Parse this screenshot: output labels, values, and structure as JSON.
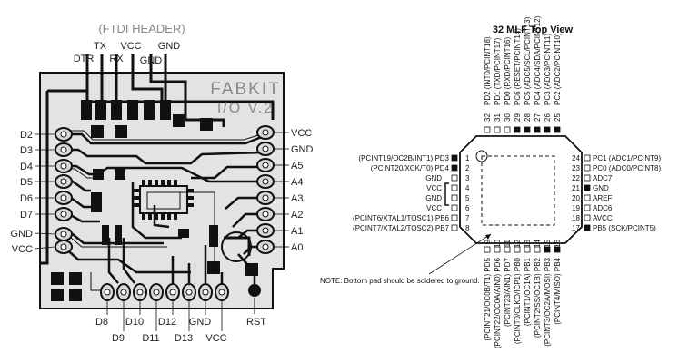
{
  "pcb": {
    "header_title": "(FTDI HEADER)",
    "top_labels": [
      "DTR",
      "TX",
      "RX",
      "VCC",
      "GND",
      "GND"
    ],
    "board_title_1": "FABKIT",
    "board_title_2": "I/O V.2",
    "left_labels": [
      "D2",
      "D3",
      "D4",
      "D5",
      "D6",
      "D7",
      "GND",
      "VCC"
    ],
    "right_labels": [
      "VCC",
      "GND",
      "A5",
      "A4",
      "A3",
      "A2",
      "A1",
      "A0"
    ],
    "bottom_labels_top": [
      "D8",
      "D10",
      "D12",
      "GND"
    ],
    "bottom_labels_low": [
      "D9",
      "D11",
      "D13",
      "VCC"
    ],
    "rst_label": "RST"
  },
  "chip": {
    "title": "32 MLF Top View",
    "top_pins": [
      {
        "num": "32",
        "name": "PD2 (INT0/PCINT18)"
      },
      {
        "num": "31",
        "name": "PD1 (TXD/PCINT17)"
      },
      {
        "num": "30",
        "name": "PD0 (RXD/PCINT16)"
      },
      {
        "num": "29",
        "name": "PC6 (RESET/PCINT14)"
      },
      {
        "num": "28",
        "name": "PC5 (ADC5/SCL/PCINT13)"
      },
      {
        "num": "27",
        "name": "PC4 (ADC4/SDA/PCINT12)"
      },
      {
        "num": "26",
        "name": "PC3 (ADC3/PCINT11)"
      },
      {
        "num": "25",
        "name": "PC2 (ADC2/PCINT10)"
      }
    ],
    "left_pins": [
      {
        "num": "1",
        "name": "(PCINT19/OC2B/INT1) PD3"
      },
      {
        "num": "2",
        "name": "(PCINT20/XCK/T0) PD4"
      },
      {
        "num": "3",
        "name": "GND"
      },
      {
        "num": "4",
        "name": "VCC"
      },
      {
        "num": "5",
        "name": "GND"
      },
      {
        "num": "6",
        "name": "VCC"
      },
      {
        "num": "7",
        "name": "(PCINT6/XTAL1/TOSC1) PB6"
      },
      {
        "num": "8",
        "name": "(PCINT7/XTAL2/TOSC2) PB7"
      }
    ],
    "right_pins": [
      {
        "num": "24",
        "name": "PC1 (ADC1/PCINT9)"
      },
      {
        "num": "23",
        "name": "PC0 (ADC0/PCINT8)"
      },
      {
        "num": "22",
        "name": "ADC7"
      },
      {
        "num": "21",
        "name": "GND"
      },
      {
        "num": "20",
        "name": "AREF"
      },
      {
        "num": "19",
        "name": "ADC6"
      },
      {
        "num": "18",
        "name": "AVCC"
      },
      {
        "num": "17",
        "name": "PB5 (SCK/PCINT5)"
      }
    ],
    "bottom_pins": [
      {
        "num": "9",
        "name": "(PCINT21/OC0B/T1) PD5"
      },
      {
        "num": "10",
        "name": "(PCINT22/OC0A/AIN0) PD6"
      },
      {
        "num": "11",
        "name": "(PCINT23/AIN1) PD7"
      },
      {
        "num": "12",
        "name": "(PCINT0/CLKO/ICP1) PB0"
      },
      {
        "num": "13",
        "name": "(PCINT1/OC1A) PB1"
      },
      {
        "num": "14",
        "name": "(PCINT2/SS/OC1B) PB2"
      },
      {
        "num": "15",
        "name": "(PCINT3/OC2A/MOSI) PB3"
      },
      {
        "num": "16",
        "name": "(PCINT4/MISO) PB4"
      }
    ],
    "note": "NOTE:  Bottom pad should be soldered to ground."
  }
}
